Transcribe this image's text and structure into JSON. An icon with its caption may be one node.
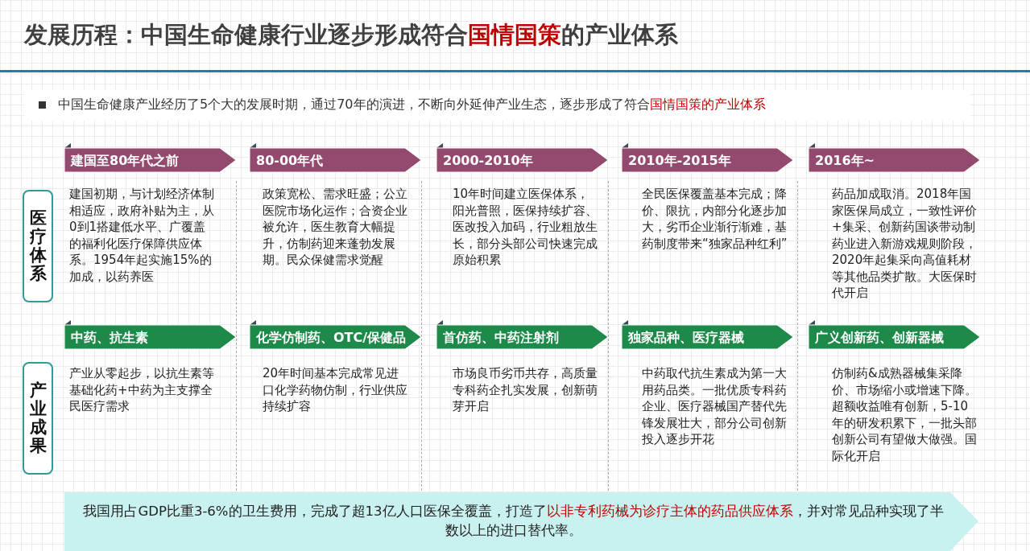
{
  "diagram": {
    "title": "发展历程：中国生命健康行业逐步形成符合**国情国策**的产业体系",
    "nodes": [
      {
        "text": [
          "建国至80年代之前"
        ]
      },
      {
        "text": [
          "80-00年代"
        ]
      },
      {
        "text": [
          "2000-2010年"
        ]
      },
      {
        "text": [
          "2010年-2015年"
        ]
      },
      {
        "text": [
          "2016年~"
        ]
      },
      {
        "text": [
          "医疗体系"
        ]
      },
      {
        "text": [
          "中药、抗生素"
        ]
      },
      {
        "text": [
          "化学仿制药、OTC/保健品"
        ]
      },
      {
        "text": [
          "首仿药、中药注射剂"
        ]
      },
      {
        "text": [
          "独家品种、医疗器械"
        ]
      },
      {
        "text": [
          "广义创新药、创新器械"
        ]
      },
      {
        "text": [
          "产业成果"
        ]
      },
      {
        "text": [
          "我国用占GDP比重3-6%的卫生费用，完成了超13亿人口医保全覆盖，打造了**以非专利药械为诊疗主体的药品供应体系**，并对常见品种实现了半数以上的进口替代率。"
        ]
      }
    ],
    "edges": [],
    "labels": [
      "中国生命健康产业经历了5个大的发展时期，通过70年的演进，不断向外延伸产业生态，逐步形成了符合**国情国策的产业体系**",
      "建国初期，与计划经济体制相适应，政府补贴为主，从0到1搭建低水平、广覆盖的福利化医疗保障供应体系。1954年起实施15%的加成，以药养医",
      "政策宽松、需求旺盛；公立医院市场化运作；合资企业被允许，医生教育大幅提升，仿制药迎来蓬勃发展期。民众保健需求觉醒",
      "10年时间建立医保体系，阳光普照，医保持续扩容、医改投入加码，行业粗放生长，部分头部公司快速完成原始积累",
      "全民医保覆盖基本完成；降价、限抗，内部分化逐步加大，劣币企业渐行渐难，基药制度带来“独家品种红利”",
      "药品加成取消。2018年国家医保局成立，一致性评价+集采、创新药国谈带动制药业进入新游戏规则阶段，2020年起集采向高值耗材等其他品类扩散。大医保时代开启",
      "产业从零起步，以抗生素等基础化药+中药为主支撑全民医疗需求",
      "20年时间基本完成常见进口化学药物仿制，行业供应持续扩容",
      "市场良币劣币共存，高质量专科药企扎实发展，创新萌芽开启",
      "中药取代抗生素成为第一大用药品类。一批优质专科药企业、医疗器械国产替代先锋发展壮大，部分公司创新投入逐步开花",
      "仿制药&成熟器械集采降价、市场缩小或增速下降。超额收益唯有创新，5-10年的研发积累下，一批头部创新公司有望做大做强。国际化开启"
    ]
  }
}
